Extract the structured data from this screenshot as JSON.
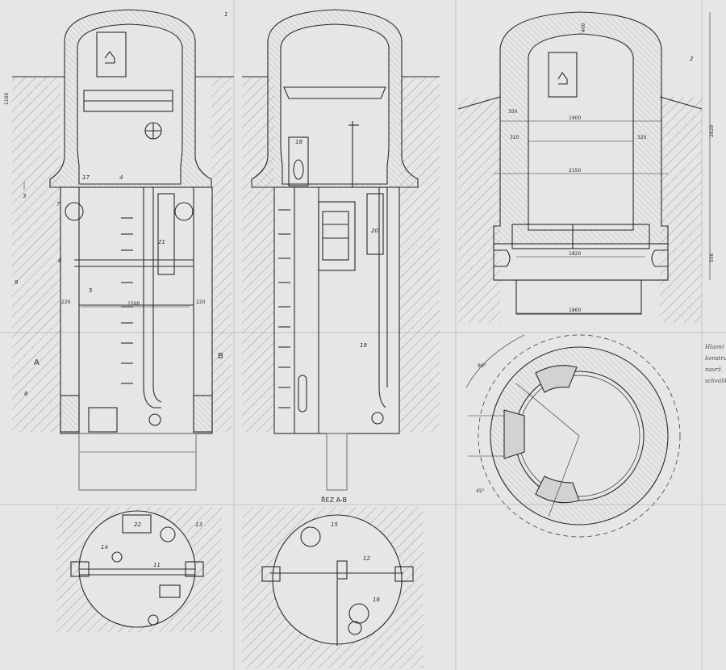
{
  "drawing": {
    "section_title": "ŘEZ A-B",
    "section_letters": [
      "A",
      "B"
    ],
    "callouts": [
      "1",
      "2",
      "3",
      "4",
      "5",
      "6",
      "7",
      "8",
      "9",
      "11",
      "12",
      "13",
      "14",
      "15",
      "16",
      "17",
      "18",
      "19",
      "20",
      "21",
      "22"
    ],
    "dimensions": {
      "d1": "1500",
      "d2": "1900",
      "d3": "2150",
      "d4": "1820",
      "d5": "1860",
      "wall1": "350",
      "wall2": "320",
      "wall3": "320",
      "side1": "220",
      "side2": "220",
      "h1": "2820",
      "h2": "500",
      "h3": "400",
      "h4": "1100",
      "ang1": "90°",
      "ang2": "45°"
    },
    "margin_note_lines": [
      "Hlavní",
      "konstruk.",
      "navrž.",
      "schválil"
    ],
    "colors": {
      "paper": "#e6e6e6",
      "ink": "#2a2a2a",
      "hatch": "#8a8a8a"
    }
  }
}
